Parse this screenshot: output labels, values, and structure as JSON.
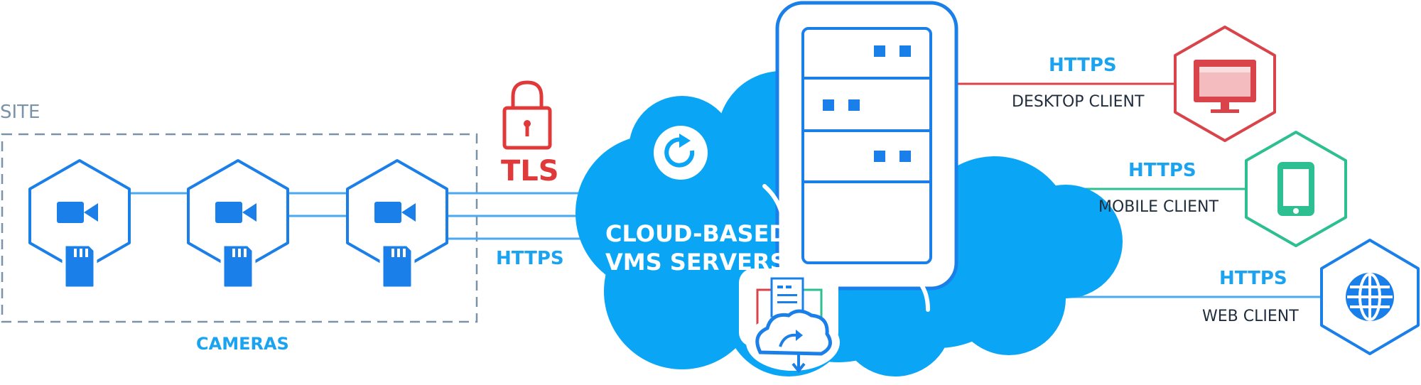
{
  "labels": {
    "site": "SITE",
    "cameras": "CAMERAS",
    "tls": "TLS",
    "https_cameras": "HTTPS",
    "cloud_line1": "CLOUD-BASED",
    "cloud_line2": "VMS SERVERS",
    "https_desktop": "HTTPS",
    "desktop_client": "DESKTOP CLIENT",
    "https_mobile": "HTTPS",
    "mobile_client": "MOBILE CLIENT",
    "https_web": "HTTPS",
    "web_client": "WEB CLIENT"
  },
  "icons": {
    "camera": "video-camera-icon",
    "storage": "sd-card-icon",
    "lock": "padlock-icon",
    "server": "server-rack-icon",
    "refresh": "refresh-icon",
    "cloud_sync": "cloud-sync-icon",
    "desktop": "monitor-icon",
    "mobile": "smartphone-icon",
    "web": "globe-icon"
  },
  "colors": {
    "camera_blue": "#1a7fe8",
    "cloud_blue": "#0aa5f5",
    "line_blue": "#4aaaf0",
    "tls_red": "#e0393a",
    "desktop_red": "#d9434a",
    "mobile_green": "#2dbf91",
    "web_blue": "#1a7fe8",
    "site_gray": "#7a93a8"
  }
}
